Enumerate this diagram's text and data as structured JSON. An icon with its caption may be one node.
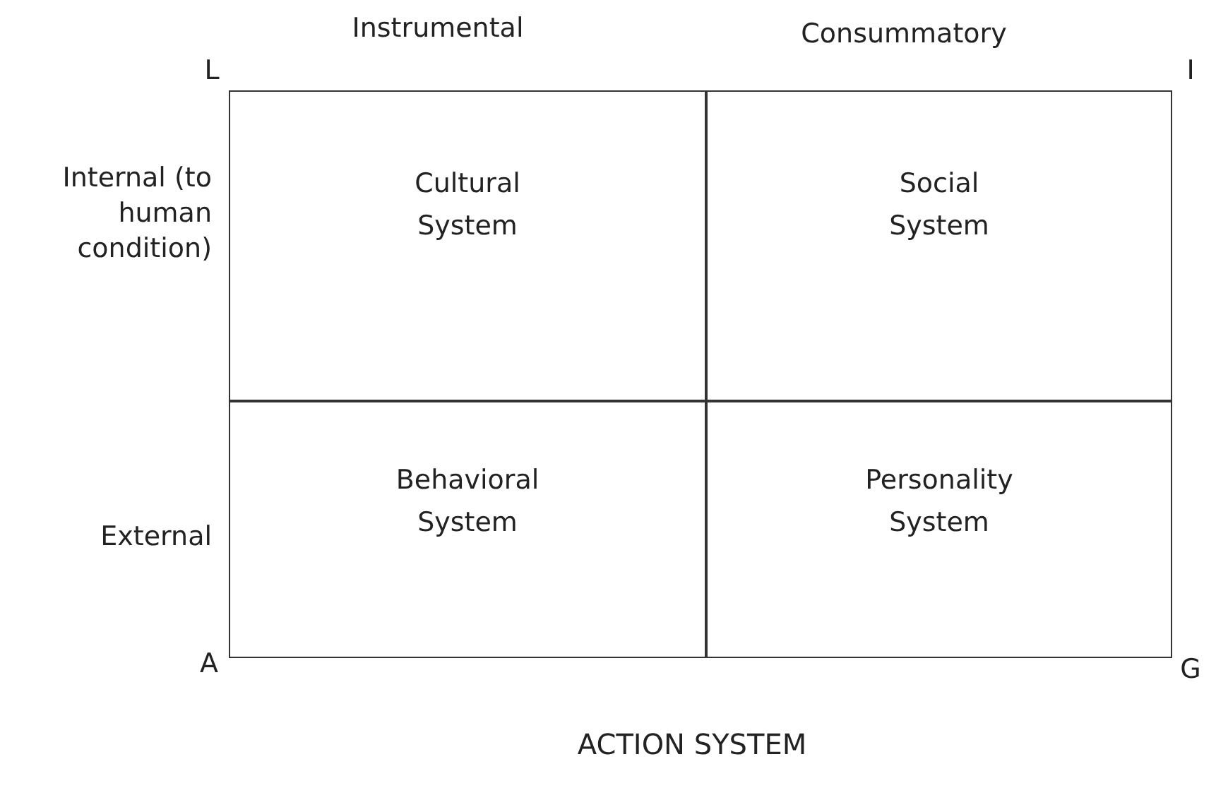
{
  "diagram": {
    "caption": "ACTION SYSTEM",
    "nodes": [
      {
        "text": [
          "Cultural System"
        ]
      },
      {
        "text": [
          "Social System"
        ]
      },
      {
        "text": [
          "Behavioral System"
        ]
      },
      {
        "text": [
          "Personality System"
        ]
      }
    ],
    "labels": [
      "Instrumental",
      "Consummatory",
      "L",
      "I",
      "Internal (to human condition)",
      "External",
      "A",
      "G"
    ]
  }
}
